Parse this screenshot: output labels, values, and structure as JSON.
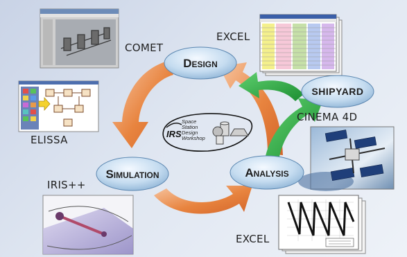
{
  "nodes": {
    "design": "Design",
    "simulation": "Simulation",
    "analysis": "Analysis",
    "shipyard": "SHIPYARD"
  },
  "tools": {
    "comet": "COMET",
    "excel_top": "EXCEL",
    "cinema4d": "CINEMA 4D",
    "elissa": "ELISSA",
    "iris": "IRIS++",
    "excel_bottom": "EXCEL"
  },
  "center_logo": {
    "brand": "IRS",
    "line1": "Space",
    "line2": "Station",
    "line3": "Design",
    "line4": "Workshop"
  },
  "colors": {
    "cycle_arrow": "#e57a3c",
    "shipyard_arrow": "#27a43c",
    "node_fill": "#bcd6ec"
  }
}
